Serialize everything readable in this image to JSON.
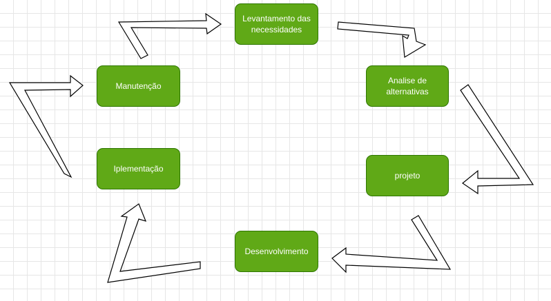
{
  "diagram": {
    "colors": {
      "node_fill": "#60a917",
      "node_border": "#2d7600",
      "node_text": "#ffffff",
      "arrow_fill": "#ffffff",
      "arrow_stroke": "#000000",
      "grid_line": "#e6e6e6"
    },
    "nodes": {
      "levantamento": "Levantamento das necessidades",
      "analise": "Analise de alternativas",
      "projeto": "projeto",
      "desenvolvimento": "Desenvolvimento",
      "iplementacao": "Iplementação",
      "manutencao": "Manutenção"
    },
    "cycle_order": [
      "levantamento",
      "analise",
      "projeto",
      "desenvolvimento",
      "iplementacao",
      "manutencao"
    ]
  }
}
